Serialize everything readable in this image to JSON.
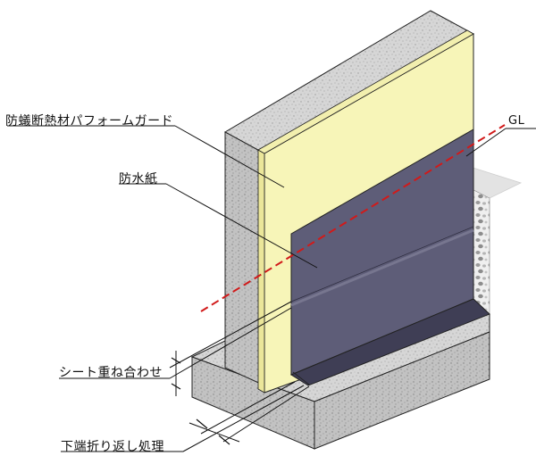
{
  "labels": {
    "guard": "防蟻断熱材パフォームガード",
    "paper": "防水紙",
    "overlap": "シート重ね合わせ",
    "fold": "下端折り返し処理",
    "gl": "GL"
  },
  "colors": {
    "concrete": "#d9d9d9",
    "concrete_dark": "#bdbdbd",
    "insulation": "#f7f5b8",
    "insulation_side": "#ebe69a",
    "membrane": "#5e5d78",
    "membrane_dark": "#3f3e55",
    "gl_line": "#d11a1a",
    "soil": "#e6e6e6",
    "line": "#111111"
  }
}
